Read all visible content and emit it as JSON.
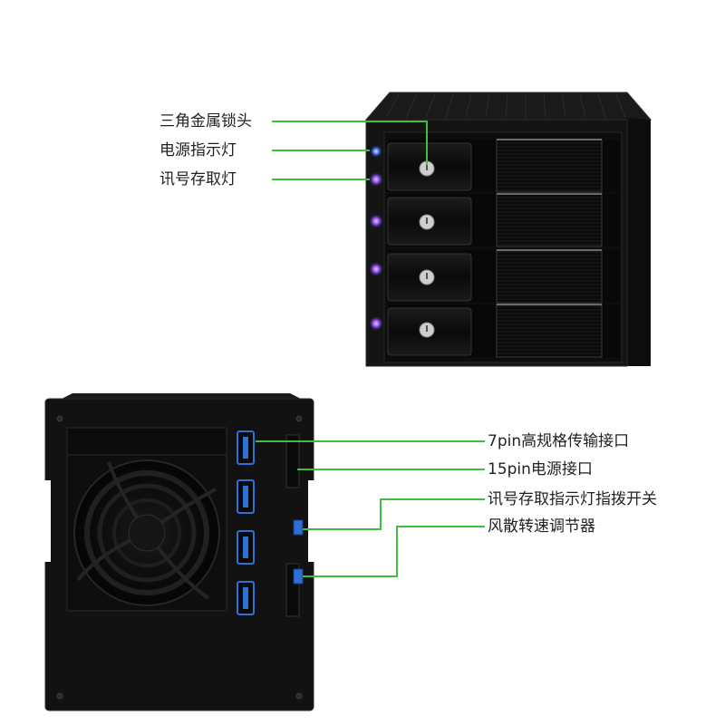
{
  "front": {
    "callouts": [
      {
        "id": "lock",
        "text": "三角金属锁头"
      },
      {
        "id": "power-led",
        "text": "电源指示灯"
      },
      {
        "id": "access-led",
        "text": "讯号存取灯"
      }
    ]
  },
  "rear": {
    "callouts": [
      {
        "id": "sata",
        "text": "7pin高规格传输接口"
      },
      {
        "id": "power15",
        "text": "15pin电源接口"
      },
      {
        "id": "led-switch",
        "text": "讯号存取指示灯指拨开关"
      },
      {
        "id": "fan-speed",
        "text": "风散转速调节器"
      }
    ]
  },
  "colors": {
    "callout_line": "#3fbf3f",
    "chassis": "#111111",
    "led_blue": "#5a7dff",
    "led_purple": "#8a4dff",
    "port_blue": "#2f6fd6"
  }
}
